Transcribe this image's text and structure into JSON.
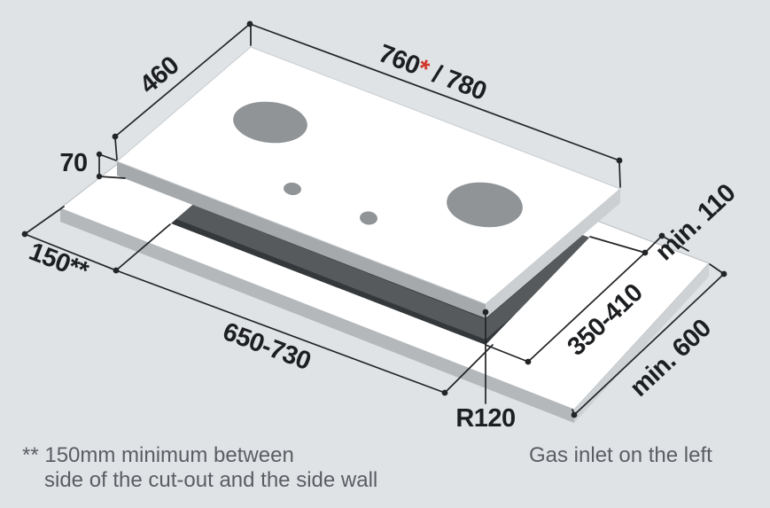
{
  "colors": {
    "background": "#e0e3e6",
    "surface_white": "#ffffff",
    "hob_side_left": "#a5a9ac",
    "hob_side_right": "#cbcfd2",
    "counter_front_face": "#b4b8bb",
    "counter_right_face": "#cfd2d5",
    "cutout_dark": "#34383b",
    "cutout_shadow": "#565a5d",
    "burner_gray": "#909497",
    "accent_red": "#d2342a"
  },
  "dimensions": {
    "top_width_value": "760",
    "top_width_asterisk": "*",
    "top_width_alt": " / 780",
    "depth": "460",
    "hob_height": "70",
    "side_clearance": "150**",
    "cutout_width": "650-730",
    "cutout_depth": "350-410",
    "right_clearance": "min. 110",
    "counter_min_depth": "min. 600",
    "corner_radius": "R120"
  },
  "notes": {
    "footnote_line1": "** 150mm minimum between",
    "footnote_line2": "side of the cut-out and the side wall",
    "gas_note": "Gas inlet on the left"
  }
}
